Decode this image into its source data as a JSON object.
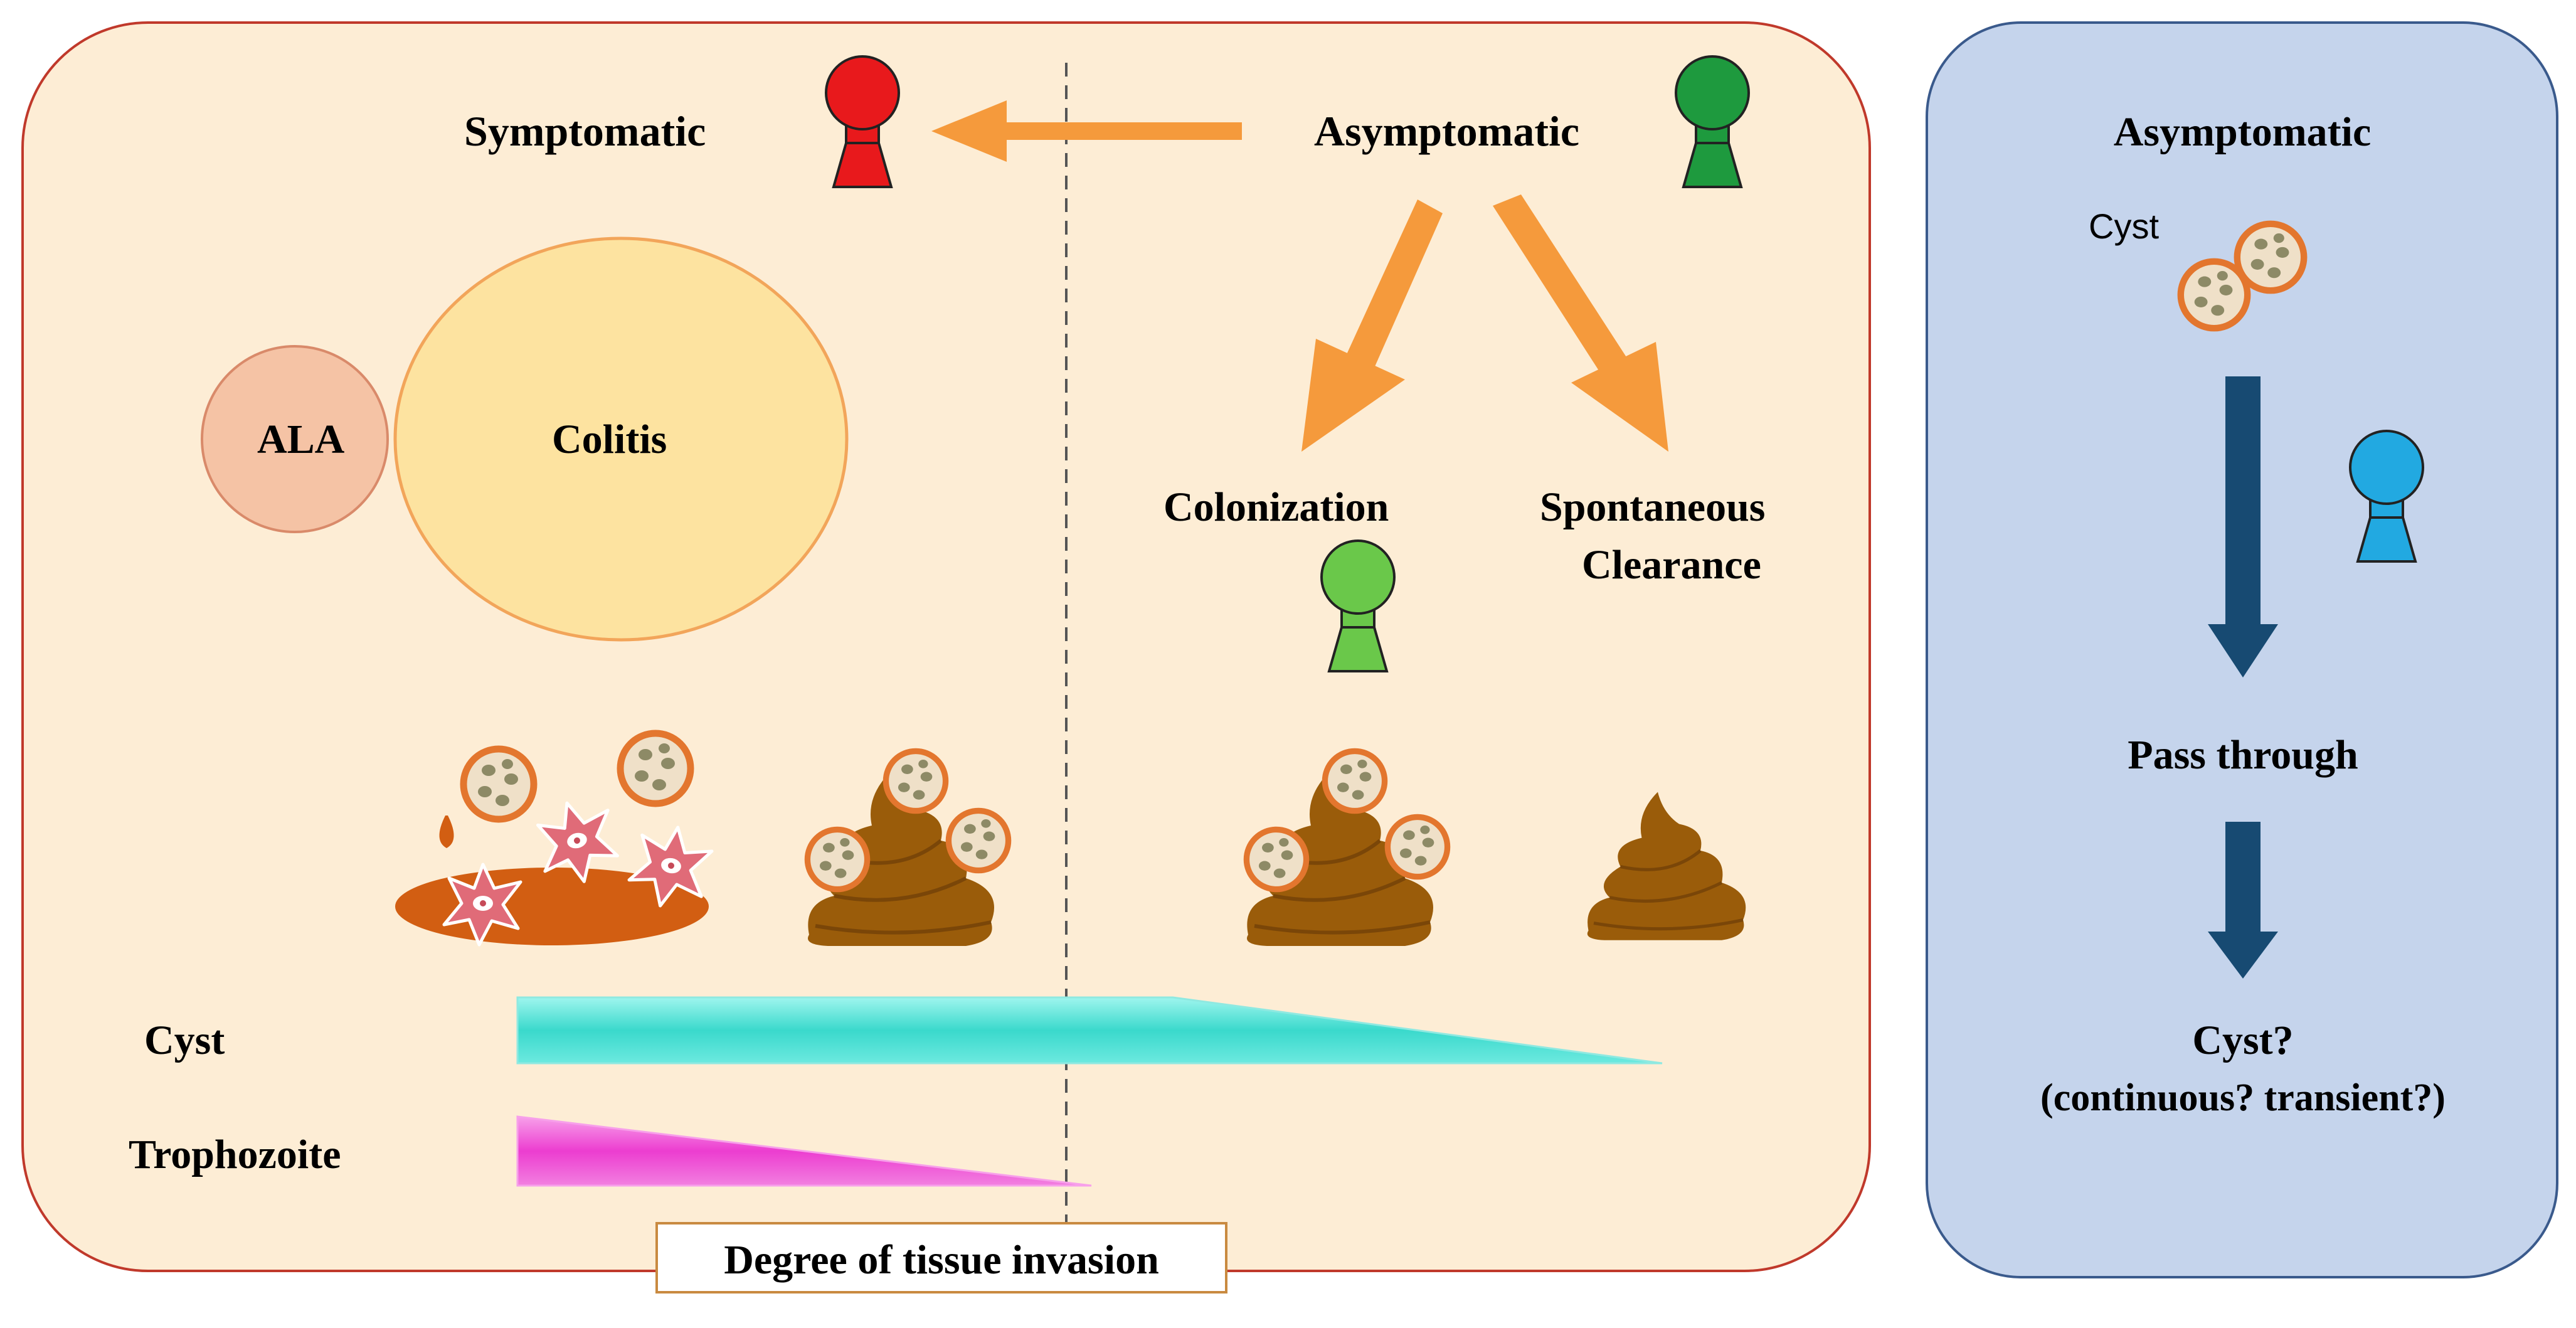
{
  "left_panel": {
    "symptomatic": "Symptomatic",
    "asymptomatic": "Asymptomatic",
    "ala": "ALA",
    "colitis": "Colitis",
    "colonization": "Colonization",
    "spontaneous_line1": "Spontaneous",
    "spontaneous_line2": "Clearance",
    "cyst": "Cyst",
    "trophozoite": "Trophozoite",
    "axis_label": "Degree of tissue invasion"
  },
  "right_panel": {
    "asymptomatic": "Asymptomatic",
    "cyst_small": "Cyst",
    "pass_through": "Pass through",
    "cyst_question": "Cyst?",
    "cyst_detail": "(continuous? transient?)"
  },
  "colors": {
    "left_bg": "#fdedd5",
    "left_border": "#c0392b",
    "right_bg": "#c5d4ec",
    "right_border": "#3a5a8c",
    "orange_arrow": "#f59a3c",
    "symptomatic_person": "#e8191c",
    "asymptomatic_person": "#1e9a3e",
    "colonization_person": "#6ac84a",
    "pass_through_person": "#22a9e1",
    "cyst_bar": "#3de0d3",
    "trophozoite_bar": "#ee3fd2",
    "navy_arrow": "#174a72",
    "stool": "#9a5c0a",
    "cyst_outline": "#e3762e",
    "ala_fill": "#f5c3a5",
    "colitis_fill": "#fde3a0"
  }
}
